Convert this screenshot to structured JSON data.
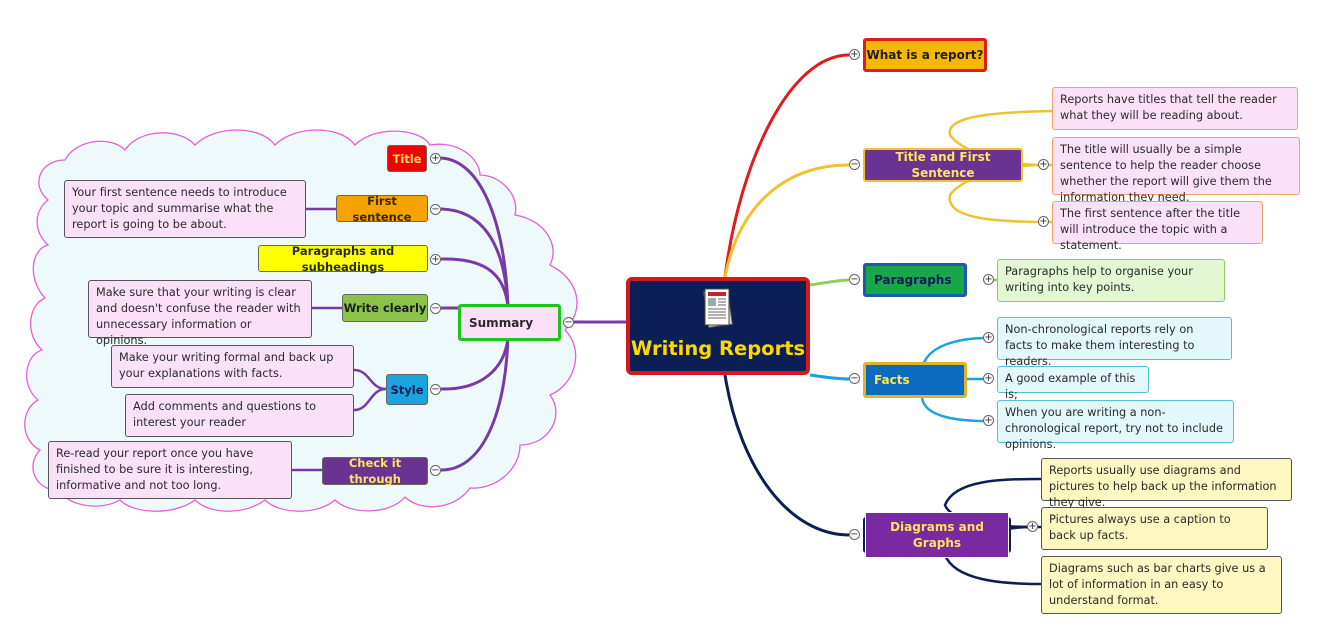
{
  "central": {
    "title": "Writing Reports",
    "icon": "newspaper-icon"
  },
  "right": {
    "what_is": {
      "label": "What is a report?",
      "toggle": "+"
    },
    "title_first": {
      "label": "Title and First Sentence",
      "toggle": "−",
      "toggle2": "+",
      "notes": [
        "Reports have titles that tell the reader what they will be reading about.",
        "The title will usually be a simple sentence to help the reader choose whether the report will give them the information they need.",
        "The first sentence after the title will introduce the topic with a statement."
      ]
    },
    "paragraphs": {
      "label": "Paragraphs",
      "toggle": "−",
      "toggle2": "+",
      "notes": [
        "Paragraphs help to organise your writing into key points."
      ]
    },
    "facts": {
      "label": "Facts",
      "toggle": "−",
      "notes": [
        "Non-chronological reports rely on facts to make them interesting to readers.",
        "A good example of this is;",
        "When you are writing a non-chronological report, try not to include opinions."
      ],
      "note_toggles": [
        "+",
        "+",
        "+"
      ]
    },
    "diagrams": {
      "label": "Diagrams and Graphs",
      "toggle": "−",
      "toggle2": "+",
      "notes": [
        "Reports usually use diagrams and pictures to help back up the information they give.",
        "Pictures always use a caption to back up facts.",
        "Diagrams such as bar charts give us a lot of information in an easy to understand format."
      ]
    }
  },
  "left": {
    "summary": {
      "label": "Summary",
      "toggle": "−"
    },
    "title": {
      "label": "Title",
      "toggle": "+"
    },
    "first_sentence": {
      "label": "First sentence",
      "toggle": "−",
      "note": "Your first sentence needs to introduce your topic and summarise what the report is going to be about."
    },
    "paragraphs_sub": {
      "label": "Paragraphs and subheadings",
      "toggle": "+"
    },
    "write_clearly": {
      "label": "Write clearly",
      "toggle": "−",
      "note": "Make sure that your writing is clear and doesn't confuse the reader with unnecessary information or opinions."
    },
    "style": {
      "label": "Style",
      "toggle": "−",
      "notes": [
        "Make your writing formal and back up your explanations with facts.",
        "Add comments and questions to interest your reader"
      ]
    },
    "check": {
      "label": "Check it through",
      "toggle": "−",
      "note": "Re-read your report once you have finished to be sure it is interesting, informative and not too long."
    }
  },
  "colors": {
    "red": "#e01b1b",
    "yellow": "#f2c12e",
    "green": "#8ccf5a",
    "blue": "#1aa3de",
    "navy": "#0b1e55",
    "purple": "#7a3aa6",
    "cloud_fill": "#eef9fb",
    "cloud_border": "#e55fd6"
  }
}
